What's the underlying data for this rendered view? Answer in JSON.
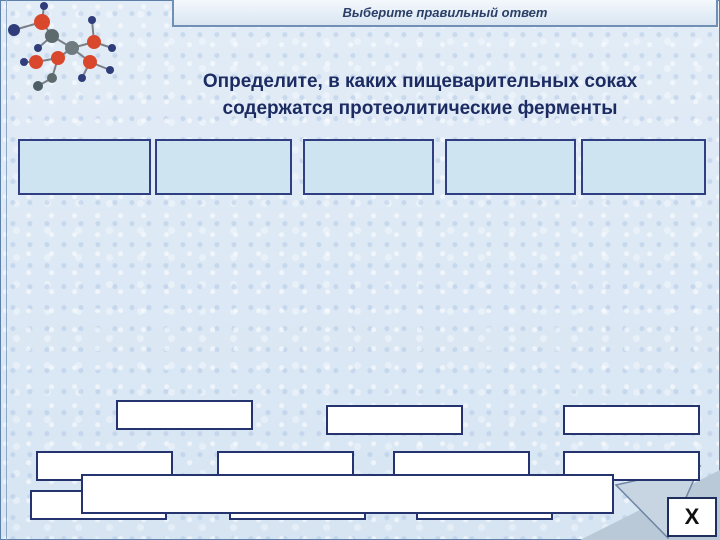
{
  "header": {
    "title": "Выберите правильный ответ"
  },
  "question": {
    "line1": "Определите, в каких пищеварительных соках",
    "line2": "содержатся протеолитические ферменты"
  },
  "answer_slots": [
    "",
    "",
    "",
    "",
    ""
  ],
  "options": [
    "",
    "",
    "",
    "",
    "",
    "",
    "",
    "",
    "",
    ""
  ],
  "feedback": {
    "text": ""
  },
  "close_button": {
    "label": "X"
  },
  "colors": {
    "slot_fill": "#cfe4f1",
    "border": "#2f3f82",
    "title_text": "#1c2c63"
  },
  "icons": [
    "molecule-logo-icon",
    "page-curl-icon"
  ]
}
